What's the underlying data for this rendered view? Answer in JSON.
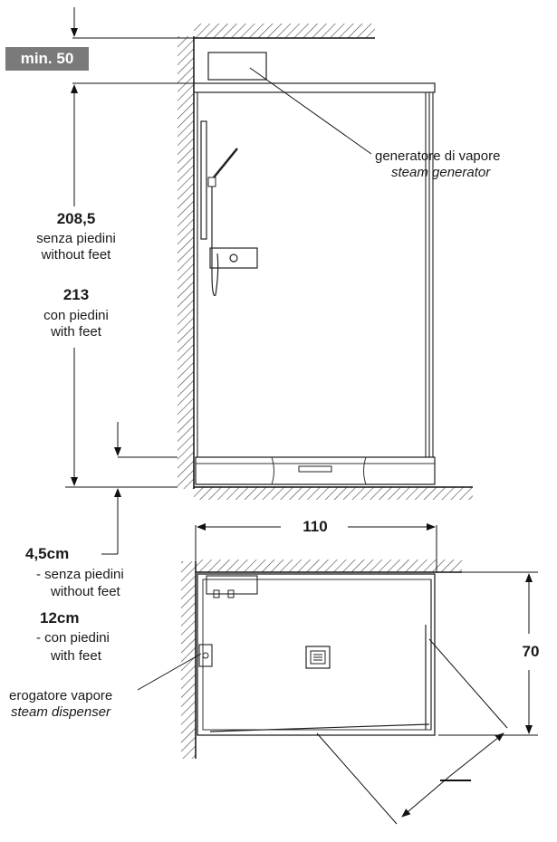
{
  "elevation": {
    "min_clearance": "min. 50",
    "height_without_feet": {
      "value": "208,5",
      "label_it": "senza piedini",
      "label_en": "without feet"
    },
    "height_with_feet": {
      "value": "213",
      "label_it": "con piedini",
      "label_en": "with feet"
    },
    "steam_generator": {
      "label_it": "generatore di vapore",
      "label_en": "steam generator"
    }
  },
  "base_height": {
    "without_feet": {
      "value": "4,5",
      "unit": "cm",
      "label_it": "- senza piedini",
      "label_en": "without feet"
    },
    "with_feet": {
      "value": "12",
      "unit": "cm",
      "label_it": "- con piedini",
      "label_en": "with feet"
    }
  },
  "plan": {
    "width": "110",
    "depth": "70",
    "steam_dispenser": {
      "label_it": "erogatore vapore",
      "label_en": "steam dispenser"
    }
  }
}
